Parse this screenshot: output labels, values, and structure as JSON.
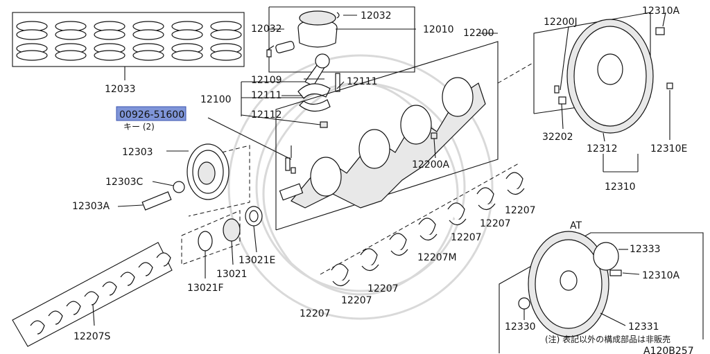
{
  "diagram_code": "A120B257",
  "section_at": "AT",
  "note": "(注) 表記以外の構成部品は非販売",
  "highlighted_part": {
    "number": "00926-51600",
    "sub": "キー (2)"
  },
  "labels": {
    "p12033": "12033",
    "p12032a": "12032",
    "p12032b": "12032",
    "p12010": "12010",
    "p12200": "12200",
    "p12109": "12109",
    "p12111a": "12111",
    "p12111b": "12111",
    "p12100": "12100",
    "p12112": "12112",
    "p12303": "12303",
    "p12303C": "12303C",
    "p12303A": "12303A",
    "p13021E": "13021E",
    "p13021": "13021",
    "p13021F": "13021F",
    "p12207S": "12207S",
    "p12207a": "12207",
    "p12207b": "12207",
    "p12207c": "12207",
    "p12207d": "12207",
    "p12207e": "12207",
    "p12207f": "12207",
    "p12207M": "12207M",
    "p12200A": "12200A",
    "p12200J": "12200J",
    "p12310Aa": "12310A",
    "p32202": "32202",
    "p12312": "12312",
    "p12310E": "12310E",
    "p12310": "12310",
    "p12333": "12333",
    "p12310Ab": "12310A",
    "p12330": "12330",
    "p12331": "12331"
  }
}
